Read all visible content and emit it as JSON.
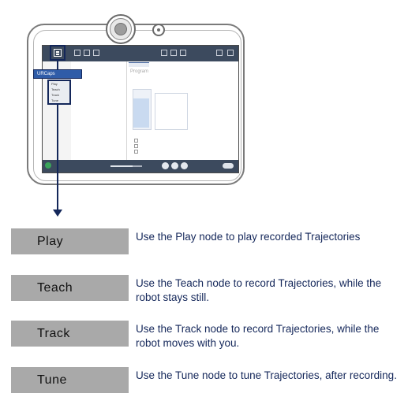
{
  "pendant_screen": {
    "urcaps_label": "URCaps",
    "submenu_items": [
      "Play",
      "Teach",
      "Track",
      "Tune"
    ],
    "program_title": "Program"
  },
  "nodes": [
    {
      "label": "Play",
      "description": "Use the Play node to play recorded Trajectories"
    },
    {
      "label": "Teach",
      "description": "Use the Teach node to record Trajectories, while the robot stays still."
    },
    {
      "label": "Track",
      "description": "Use the Track node to record Trajectories, while the robot moves with you."
    },
    {
      "label": "Tune",
      "description": "Use the Tune node to tune Trajectories, after recording."
    }
  ],
  "colors": {
    "accent_navy": "#14275a",
    "label_bg": "#a9a9a9",
    "urcaps_blue": "#2f5ca8",
    "screen_header": "#3c4a5e"
  }
}
